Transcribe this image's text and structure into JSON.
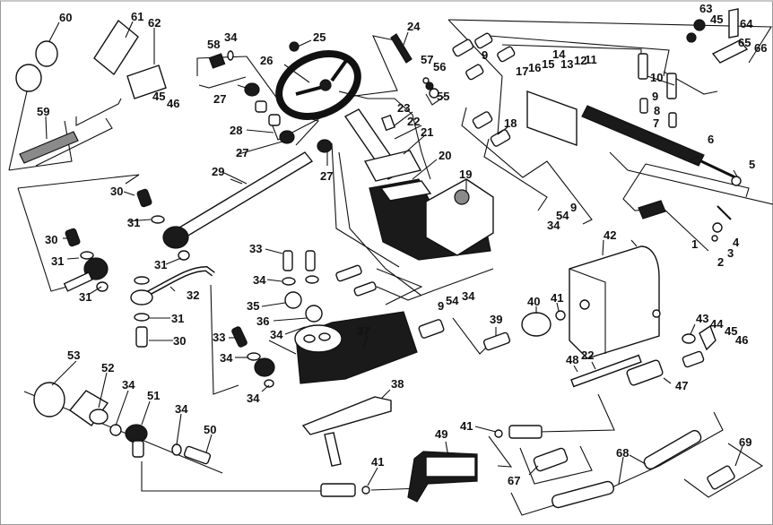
{
  "diagram": {
    "type": "exploded-parts-diagram",
    "subject": "Power steering system components",
    "callouts": [
      {
        "id": "c60",
        "text": "60"
      },
      {
        "id": "c61",
        "text": "61"
      },
      {
        "id": "c62",
        "text": "62"
      },
      {
        "id": "c59",
        "text": "59"
      },
      {
        "id": "c45a",
        "text": "45"
      },
      {
        "id": "c46a",
        "text": "46"
      },
      {
        "id": "c58",
        "text": "58"
      },
      {
        "id": "c34a",
        "text": "34"
      },
      {
        "id": "c26",
        "text": "26"
      },
      {
        "id": "c25",
        "text": "25"
      },
      {
        "id": "c27a",
        "text": "27"
      },
      {
        "id": "c28",
        "text": "28"
      },
      {
        "id": "c27b",
        "text": "27"
      },
      {
        "id": "c27c",
        "text": "27"
      },
      {
        "id": "c29",
        "text": "29"
      },
      {
        "id": "c24",
        "text": "24"
      },
      {
        "id": "c57",
        "text": "57"
      },
      {
        "id": "c56",
        "text": "56"
      },
      {
        "id": "c55",
        "text": "55"
      },
      {
        "id": "c23",
        "text": "23"
      },
      {
        "id": "c22a",
        "text": "22"
      },
      {
        "id": "c21",
        "text": "21"
      },
      {
        "id": "c20",
        "text": "20"
      },
      {
        "id": "c19",
        "text": "19"
      },
      {
        "id": "c9a",
        "text": "9"
      },
      {
        "id": "c18",
        "text": "18"
      },
      {
        "id": "c17",
        "text": "17"
      },
      {
        "id": "c16",
        "text": "16"
      },
      {
        "id": "c15",
        "text": "15"
      },
      {
        "id": "c14",
        "text": "14"
      },
      {
        "id": "c13",
        "text": "13"
      },
      {
        "id": "c12",
        "text": "12"
      },
      {
        "id": "c11",
        "text": "11"
      },
      {
        "id": "c10",
        "text": "10"
      },
      {
        "id": "c9b",
        "text": "9"
      },
      {
        "id": "c8",
        "text": "8"
      },
      {
        "id": "c7",
        "text": "7"
      },
      {
        "id": "c6",
        "text": "6"
      },
      {
        "id": "c5",
        "text": "5"
      },
      {
        "id": "c63",
        "text": "63"
      },
      {
        "id": "c45b",
        "text": "45"
      },
      {
        "id": "c64",
        "text": "64"
      },
      {
        "id": "c65",
        "text": "65"
      },
      {
        "id": "c66",
        "text": "66"
      },
      {
        "id": "c30a",
        "text": "30"
      },
      {
        "id": "c31a",
        "text": "31"
      },
      {
        "id": "c30b",
        "text": "30"
      },
      {
        "id": "c31b",
        "text": "31"
      },
      {
        "id": "c31c",
        "text": "31"
      },
      {
        "id": "c31d",
        "text": "31"
      },
      {
        "id": "c32",
        "text": "32"
      },
      {
        "id": "c31e",
        "text": "31"
      },
      {
        "id": "c30c",
        "text": "30"
      },
      {
        "id": "c33a",
        "text": "33"
      },
      {
        "id": "c34b",
        "text": "34"
      },
      {
        "id": "c35",
        "text": "35"
      },
      {
        "id": "c36",
        "text": "36"
      },
      {
        "id": "c34c",
        "text": "34"
      },
      {
        "id": "c33b",
        "text": "33"
      },
      {
        "id": "c34d",
        "text": "34"
      },
      {
        "id": "c34e",
        "text": "34"
      },
      {
        "id": "c37",
        "text": "37"
      },
      {
        "id": "c9c",
        "text": "9"
      },
      {
        "id": "c54a",
        "text": "54"
      },
      {
        "id": "c34f",
        "text": "34"
      },
      {
        "id": "c9d",
        "text": "9"
      },
      {
        "id": "c54b",
        "text": "54"
      },
      {
        "id": "c34g",
        "text": "34"
      },
      {
        "id": "c42",
        "text": "42"
      },
      {
        "id": "c1",
        "text": "1"
      },
      {
        "id": "c2",
        "text": "2"
      },
      {
        "id": "c3",
        "text": "3"
      },
      {
        "id": "c4",
        "text": "4"
      },
      {
        "id": "c39",
        "text": "39"
      },
      {
        "id": "c40",
        "text": "40"
      },
      {
        "id": "c41a",
        "text": "41"
      },
      {
        "id": "c43",
        "text": "43"
      },
      {
        "id": "c44",
        "text": "44"
      },
      {
        "id": "c45c",
        "text": "45"
      },
      {
        "id": "c46b",
        "text": "46"
      },
      {
        "id": "c48",
        "text": "48"
      },
      {
        "id": "c22b",
        "text": "22"
      },
      {
        "id": "c47",
        "text": "47"
      },
      {
        "id": "c38",
        "text": "38"
      },
      {
        "id": "c53",
        "text": "53"
      },
      {
        "id": "c52",
        "text": "52"
      },
      {
        "id": "c34h",
        "text": "34"
      },
      {
        "id": "c51",
        "text": "51"
      },
      {
        "id": "c34i",
        "text": "34"
      },
      {
        "id": "c50",
        "text": "50"
      },
      {
        "id": "c41b",
        "text": "41"
      },
      {
        "id": "c49",
        "text": "49"
      },
      {
        "id": "c41c",
        "text": "41"
      },
      {
        "id": "c67",
        "text": "67"
      },
      {
        "id": "c68",
        "text": "68"
      },
      {
        "id": "c69",
        "text": "69"
      }
    ]
  }
}
